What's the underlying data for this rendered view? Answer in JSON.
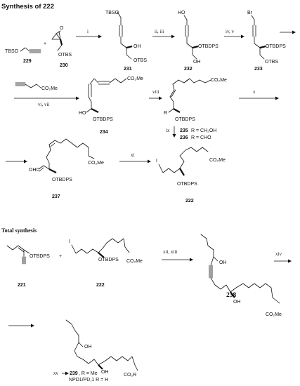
{
  "title": "Synthesis of 222",
  "total_title": "Total synthesis",
  "compounds": {
    "c229": "229",
    "c230": "230",
    "c231": "231",
    "c232": "232",
    "c233": "233",
    "c234": "234",
    "c235": "235",
    "c236": "236",
    "c237": "237",
    "c222a": "222",
    "c221": "221",
    "c222b": "222",
    "c238": "238",
    "c239": "239"
  },
  "reagents": {
    "i": "i",
    "ii_iii": "ii, iii",
    "iv_v": "iv, v",
    "vi_vii": "vi, vii",
    "viii": "viii",
    "ix": "ix",
    "x": "x",
    "xi": "xi",
    "xii_xiii": "xii, xiii",
    "xiv": "xiv",
    "xv": "xv"
  },
  "labels": {
    "tbso1": "TBSO",
    "tbso2": "TBSO",
    "otbs1": "OTBS",
    "otbs2": "OTBS",
    "oh1": "OH",
    "ho1": "HO",
    "oh2": "OH",
    "otbdps1": "OTBDPS",
    "br": "Br",
    "otbdps2": "OTBDPS",
    "otbs3": "OTBS",
    "co2me1": "CO₂Me",
    "co2me2": "CO₂Me",
    "ho2": "HO",
    "otbdps3": "OTBDPS",
    "co2me3": "CO₂Me",
    "r": "R",
    "otbdps4": "OTBDPS",
    "r235": "R = CH₂OH",
    "r236": "R = CHO",
    "ohc": "OHC",
    "co2me4": "CO₂Me",
    "otbdps5": "OTBDPS",
    "i1": "I",
    "co2me5": "CO₂Me",
    "otbdps6": "OTBDPS",
    "otbdps7": "OTBDPS",
    "i2": "I",
    "otbdps8": "OTBDPS",
    "co2me6": "CO₂Me",
    "oh3": "OH",
    "oh4": "OH",
    "co2me7": "CO₂Me",
    "oh5": "OH",
    "oh6": "OH",
    "co2r": "CO₂R",
    "r239": ", R = Me",
    "npd1": "NPD1/PD,1 R = H",
    "plus1": "+",
    "plus2": "+"
  }
}
